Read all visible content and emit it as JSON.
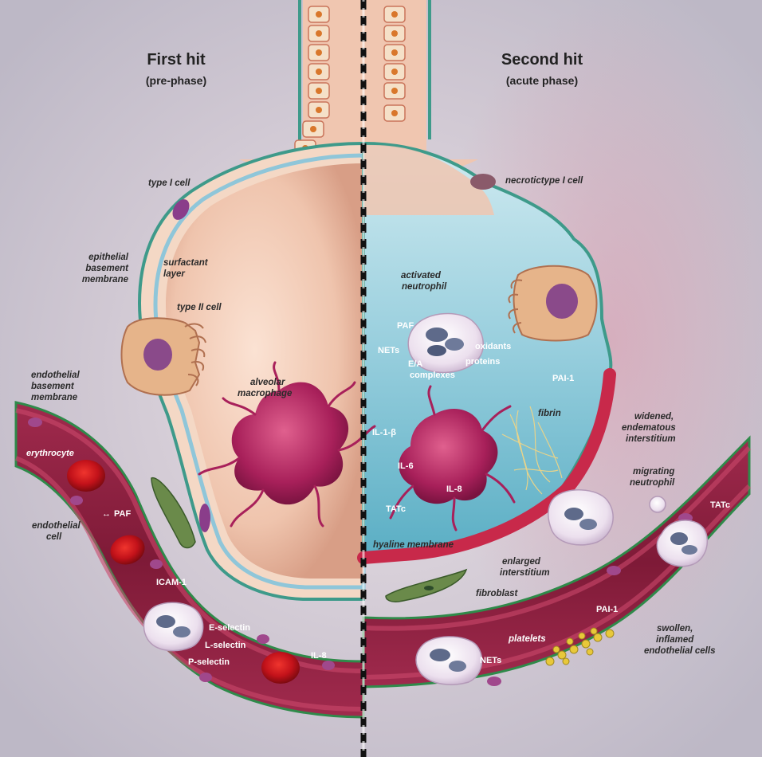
{
  "titles": {
    "left_title": "First hit",
    "left_subtitle": "(pre-phase)",
    "right_title": "Second hit",
    "right_subtitle": "(acute phase)"
  },
  "left_labels": {
    "type_i_cell": "type I cell",
    "epithelial_1": "epithelial",
    "epithelial_2": "basement",
    "epithelial_3": "membrane",
    "surfactant_1": "surfactant",
    "surfactant_2": "layer",
    "type_ii_cell": "type II cell",
    "endothelial_bm_1": "endothelial",
    "endothelial_bm_2": "basement",
    "endothelial_bm_3": "membrane",
    "alveolar_1": "alveolar",
    "alveolar_2": "macrophage",
    "erythrocyte": "erythrocyte",
    "endothelial_cell_1": "endothelial",
    "endothelial_cell_2": "cell",
    "paf": "PAF",
    "icam": "ICAM-1",
    "e_selectin": "E-selectin",
    "l_selectin": "L-selectin",
    "p_selectin": "P-selectin",
    "il8": "IL-8"
  },
  "right_labels": {
    "necrotic": "necrotictype I cell",
    "activated_1": "activated",
    "activated_2": "neutrophil",
    "paf": "PAF",
    "nets": "NETs",
    "oxidants": "oxidants",
    "proteins": "proteins",
    "ea_1": "E/A",
    "ea_2": "complexes",
    "pai1_top": "PAI-1",
    "fibrin": "fibrin",
    "il1b": "IL-1-β",
    "il6": "IL-6",
    "il8": "IL-8",
    "tatc_left": "TATc",
    "widened_1": "widened,",
    "widened_2": "endematous",
    "widened_3": "interstitium",
    "migrating_1": "migrating",
    "migrating_2": "neutrophil",
    "tatc_right": "TATc",
    "hyaline": "hyaline membrane",
    "enlarged_1": "enlarged",
    "enlarged_2": "interstitium",
    "fibroblast": "fibroblast",
    "pai1_bottom": "PAI-1",
    "platelets": "platelets",
    "nets_bottom": "NETs",
    "swollen_1": "swollen,",
    "swollen_2": "inflamed",
    "swollen_3": "endothelial cells"
  },
  "colors": {
    "background": "#c7c2cf",
    "alveolus_fill": "#f2cdb7",
    "fluid": "#a9d6e2",
    "vessel_wall": "#b3345a",
    "vessel_lumen": "#8a1f3d",
    "macrophage": "#b0245e",
    "erythrocyte": "#c8151b",
    "neutrophil": "#f0e8f2",
    "divider": "#1a1a1a"
  }
}
